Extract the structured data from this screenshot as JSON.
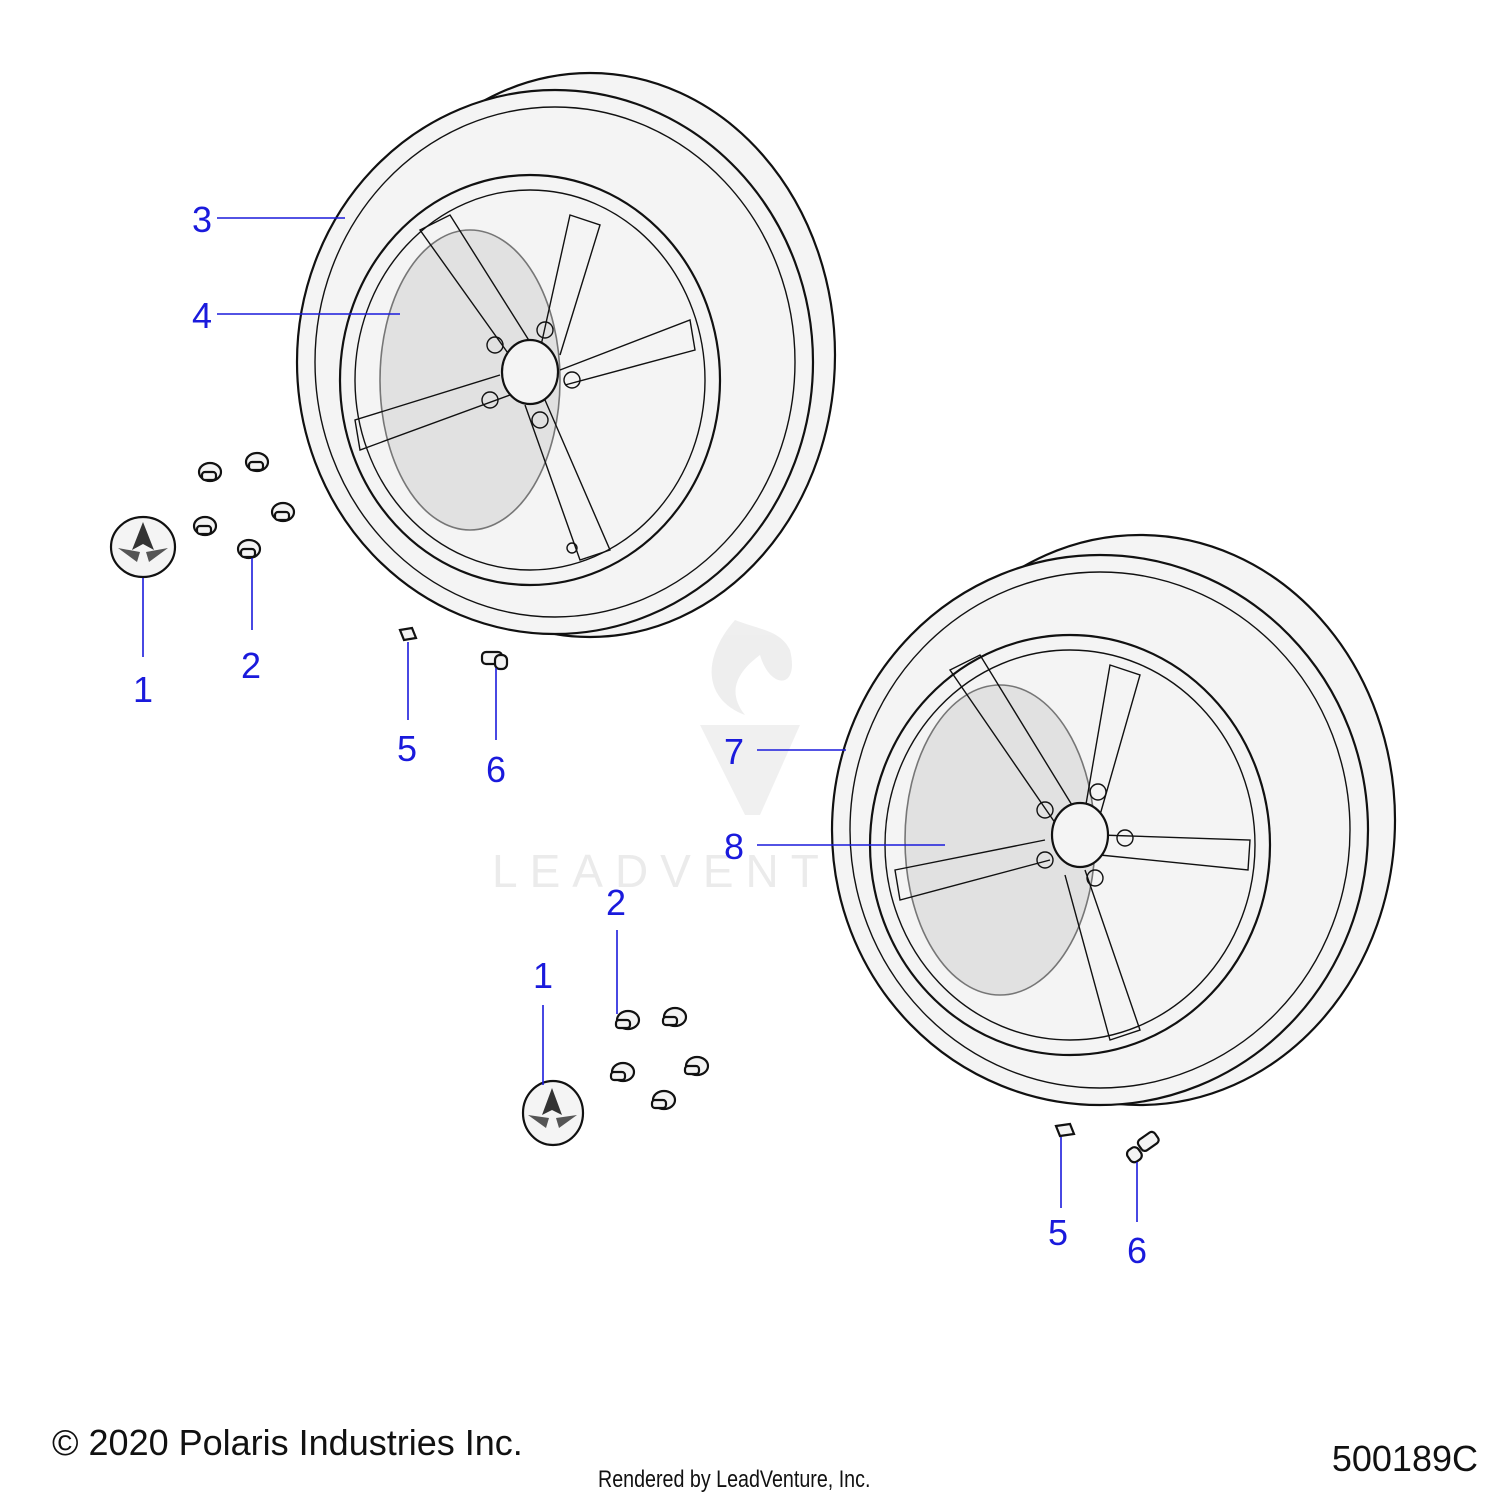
{
  "diagram": {
    "callouts": {
      "c1_upper": "1",
      "c2_upper": "2",
      "c3": "3",
      "c4": "4",
      "c5_upper": "5",
      "c6_upper": "6",
      "c7": "7",
      "c8": "8",
      "c1_lower": "1",
      "c2_lower": "2",
      "c5_lower": "5",
      "c6_lower": "6"
    },
    "watermark": "LEADVENTURE",
    "accent_color": "#1a1adc"
  },
  "footer": {
    "copyright": "© 2020 Polaris Industries Inc.",
    "diagram_id": "500189C",
    "rendered_by": "Rendered by LeadVenture, Inc."
  }
}
